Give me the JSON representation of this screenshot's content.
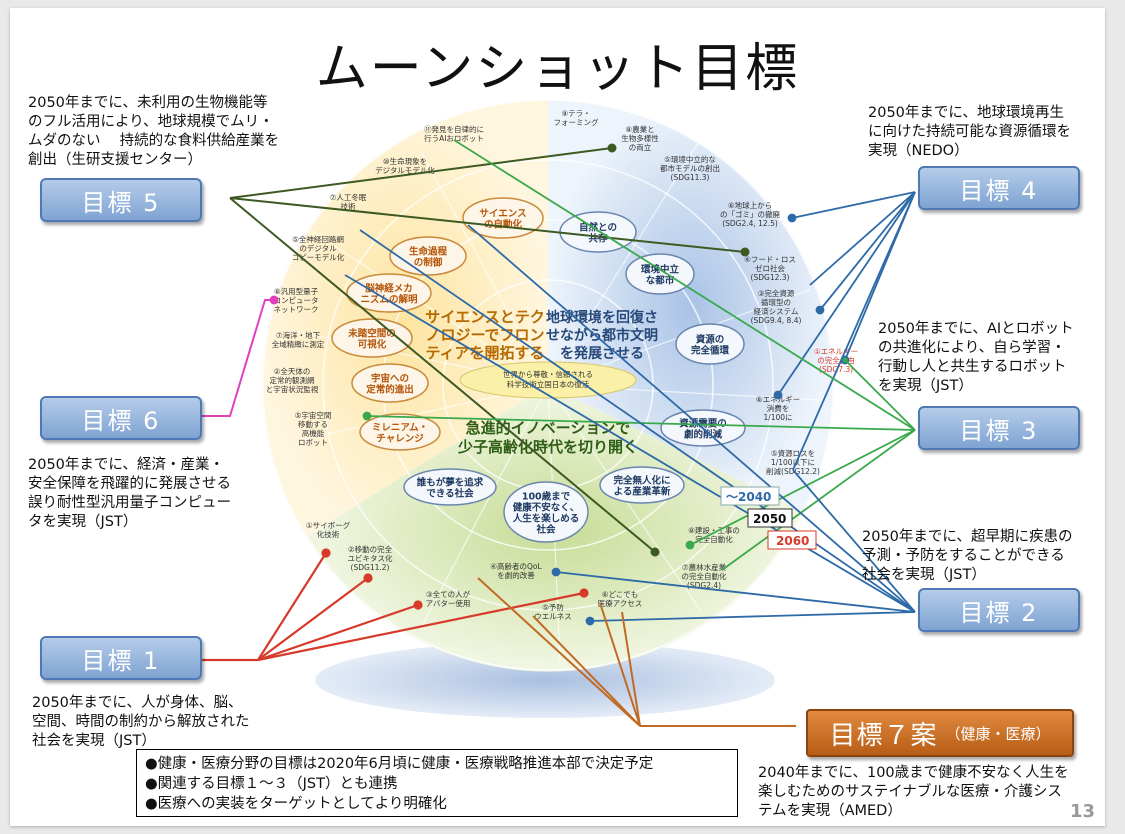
{
  "slide": {
    "title": "ムーンショット目標",
    "page_number": "13"
  },
  "goals": {
    "g5": {
      "label": "目標 5",
      "desc": [
        "2050年までに、未利用の生物機能等",
        "のフル活用により、地球規模でムリ・",
        "ムダのない　 持続的な食料供給産業を",
        "創出（生研支援センター）"
      ]
    },
    "g4": {
      "label": "目標 4",
      "desc": [
        "2050年までに、地球環境再生",
        "に向けた持続可能な資源循環を",
        "実現（NEDO）"
      ]
    },
    "g3": {
      "label": "目標 3",
      "desc": [
        "2050年までに、AIとロボット",
        "の共進化により、自ら学習・",
        "行動し人と共生するロボット",
        "を実現（JST）"
      ]
    },
    "g6": {
      "label": "目標 6",
      "desc": [
        "2050年までに、経済・産業・",
        "安全保障を飛躍的に発展させる",
        "誤り耐性型汎用量子コンピュー",
        "タを実現（JST）"
      ]
    },
    "g2": {
      "label": "目標 2",
      "desc": [
        "2050年までに、超早期に疾患の",
        "予測・予防をすることができる",
        "社会を実現（JST）"
      ]
    },
    "g1": {
      "label": "目標 1",
      "desc": [
        "2050年までに、人が身体、脳、",
        "空間、時間の制約から解放された",
        "社会を実現（JST）"
      ]
    },
    "g7": {
      "label": "目標７案",
      "sub": "（健康・医療）",
      "desc": [
        "2040年までに、100歳まで健康不安なく人生を",
        "楽しむためのサステイナブルな医療・介護シス",
        "テムを実現（AMED）"
      ]
    }
  },
  "notes": [
    "●健康・医療分野の目標は2020年6月頃に健康・医療戦略推進本部で決定予定",
    "●関連する目標１～３（JST）とも連携",
    "●医療への実装をターゲットとしてより明確化"
  ],
  "diagram": {
    "sector_left": [
      "サイエンスとテク",
      "ノロジーでフロン",
      "ティアを開拓する"
    ],
    "sector_right": [
      "地球環境を回復さ",
      "せながら都市文明",
      "を発展させる"
    ],
    "sector_bottom": [
      "急進的イノベーションで",
      "少子高齢化時代を切り開く"
    ],
    "center": [
      "世界から尊敬・信頼される",
      "科学技術立国日本の復活"
    ],
    "ovals": [
      {
        "lines": [
          "サイエンス",
          "の自動化"
        ]
      },
      {
        "lines": [
          "生命過程",
          "の制御"
        ]
      },
      {
        "lines": [
          "脳神経メカ",
          "ニズムの解明"
        ]
      },
      {
        "lines": [
          "未踏空間の",
          "可視化"
        ]
      },
      {
        "lines": [
          "宇宙への",
          "定常的進出"
        ]
      },
      {
        "lines": [
          "ミレニアム・",
          "チャレンジ"
        ]
      },
      {
        "lines": [
          "自然との",
          "共存"
        ]
      },
      {
        "lines": [
          "環境中立",
          "な都市"
        ]
      },
      {
        "lines": [
          "資源の",
          "完全循環"
        ]
      },
      {
        "lines": [
          "資源需要の",
          "劇的削減"
        ]
      },
      {
        "lines": [
          "誰もが夢を追求",
          "できる社会"
        ]
      },
      {
        "lines": [
          "100歳まで",
          "健康不安なく、",
          "人生を楽しめる",
          "社会"
        ]
      },
      {
        "lines": [
          "完全無人化に",
          "よる産業革新"
        ]
      }
    ],
    "items": [
      {
        "lines": [
          "⑪発見を自律的に",
          "行うAIおロボット"
        ]
      },
      {
        "lines": [
          "⑨テラ・",
          "フォーミング"
        ]
      },
      {
        "lines": [
          "⑧農業と",
          "生物多様性",
          "の両立"
        ]
      },
      {
        "lines": [
          "⑩生命現象を",
          "デジタルモデル化"
        ]
      },
      {
        "lines": [
          "⑤環境中立的な",
          "都市モデルの創出",
          "(SDG11.3)"
        ]
      },
      {
        "lines": [
          "⑦人工冬眠",
          "技術"
        ]
      },
      {
        "lines": [
          "⑥地球上から",
          "の「ゴミ」の撤廃",
          "(SDG2.4, 12.5)"
        ]
      },
      {
        "lines": [
          "⑤全神経回路網",
          "のデジタル",
          "コピーモデル化"
        ]
      },
      {
        "lines": [
          "④フード・ロス",
          "ゼロ社会",
          "(SDG12.3)"
        ]
      },
      {
        "lines": [
          "⑧汎用型量子",
          "コンピュータ",
          "ネットワーク"
        ]
      },
      {
        "lines": [
          "③完全資源",
          "循環型の",
          "経済システム",
          "(SDG9.4, 8.4)"
        ]
      },
      {
        "lines": [
          "⑦海洋・地下",
          "全域精緻に測定"
        ]
      },
      {
        "lines": [
          "②全天体の",
          "定常的観測網",
          "と宇宙状況監視"
        ]
      },
      {
        "lines": [
          "①エネルギー",
          "の完全自由",
          "(SDG7.3)"
        ]
      },
      {
        "lines": [
          "⑥エネルギー",
          "消費を",
          "1/100に"
        ]
      },
      {
        "lines": [
          "⑤宇宙空間",
          "移動する",
          "高機能",
          "ロボット"
        ]
      },
      {
        "lines": [
          "⑤資源ロスを",
          "1/100以下に",
          "削減(SDG12.2)"
        ]
      },
      {
        "lines": [
          "①サイボーグ",
          "化技術"
        ]
      },
      {
        "lines": [
          "②移動の完全",
          "ユビキタス化",
          "(SDG11.2)"
        ]
      },
      {
        "lines": [
          "④高齢者のQoL",
          "を劇的改善"
        ]
      },
      {
        "lines": [
          "⑥どこでも",
          "医療アクセス"
        ]
      },
      {
        "lines": [
          "③全ての人が",
          "アバター使用"
        ]
      },
      {
        "lines": [
          "⑤予防",
          "ウエルネス"
        ]
      },
      {
        "lines": [
          "⑧建設・工事の",
          "完全自動化"
        ]
      },
      {
        "lines": [
          "⑦農林水産業",
          "の完全自動化",
          "(SDG2.4)"
        ]
      }
    ],
    "year_labels": [
      "～2040",
      "2050",
      "2060"
    ]
  },
  "colors": {
    "goal_blue": "#7fa3d2",
    "goal7_orange": "#c66a1d",
    "line_g5": "#3c5a22",
    "line_g4": "#2e6aa8",
    "line_g3": "#3aa94b",
    "line_g6": "#e040c0",
    "line_g2": "#2e6aa8",
    "line_g1": "#d63a2a",
    "line_g7": "#c06a25"
  }
}
